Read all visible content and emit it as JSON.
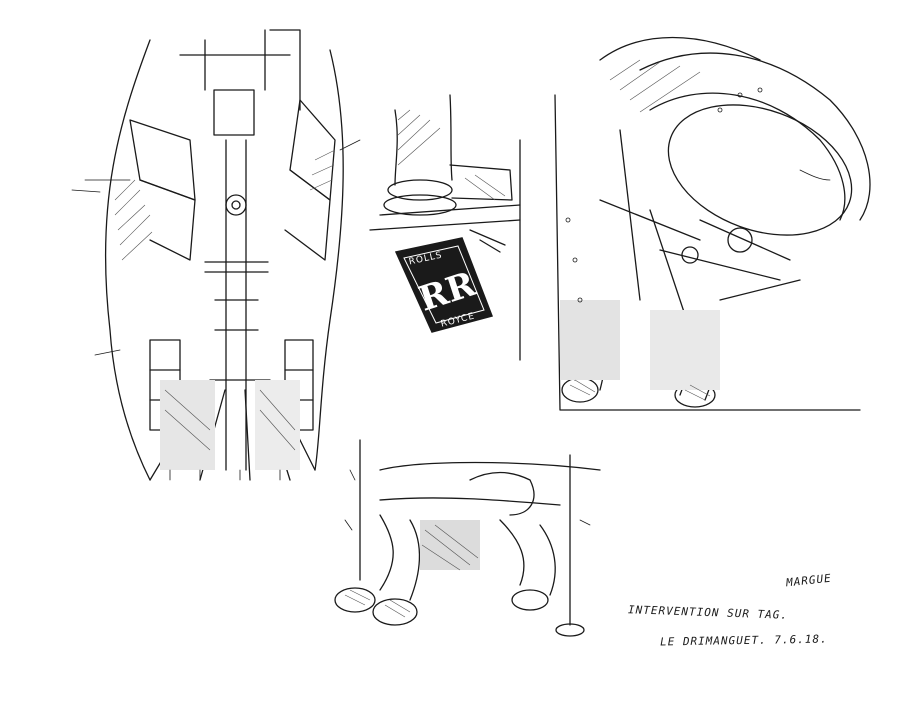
{
  "artwork": {
    "caption_line1": "INTERVENTION SUR TAG.",
    "caption_line2": "LE DRIMANGUET. 7.6.18.",
    "signature": "MARGUE",
    "badge_top": "ROLLS",
    "badge_monogram": "RR",
    "badge_bottom": "ROYCE",
    "ink_color": "#1a1a1a",
    "paper_color": "#ffffff"
  }
}
